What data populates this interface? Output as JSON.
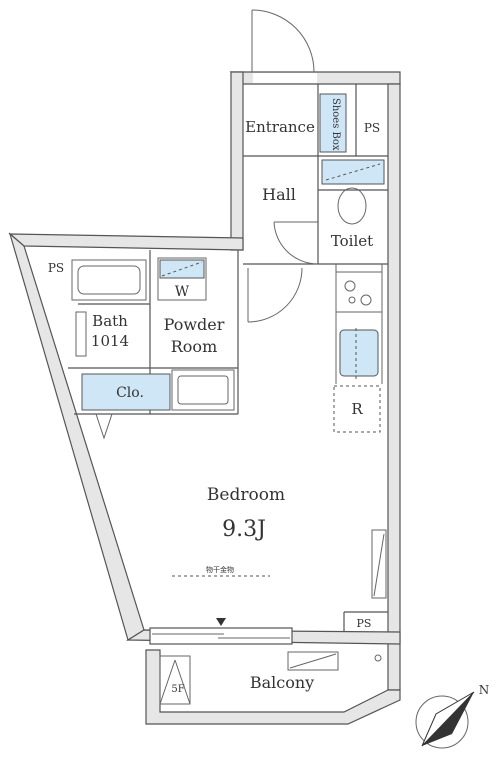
{
  "rooms": {
    "entrance": "Entrance",
    "shoes_box": "Shoes Box",
    "ps_top": "PS",
    "hall": "Hall",
    "toilet": "Toilet",
    "ps_left": "PS",
    "washer": "W",
    "bath_name": "Bath",
    "bath_size": "1014",
    "powder_line1": "Powder",
    "powder_line2": "Room",
    "closet": "Clo.",
    "fridge": "R",
    "bedroom_name": "Bedroom",
    "bedroom_size": "9.3J",
    "clothes_dryer": "物干金物",
    "ps_bottom": "PS",
    "balcony": "Balcony",
    "floor_mark": "5F"
  },
  "compass": {
    "label": "N"
  },
  "colors": {
    "wall": "#e6e6e6",
    "accent_fixture": "#cfe6f6",
    "line": "#555555"
  }
}
